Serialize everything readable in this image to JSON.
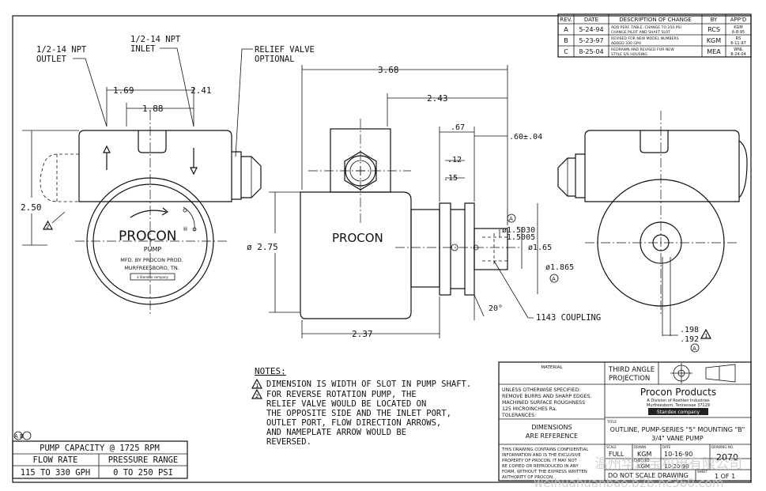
{
  "revision_table": {
    "headers": [
      "REV.",
      "DATE",
      "DESCRIPTION OF CHANGE",
      "BY",
      "APP'D"
    ],
    "rows": [
      {
        "rev": "A",
        "date": "5-24-94",
        "desc1": "ADD PERF. TABLE, CHANGE TO 250 PSI",
        "desc2": "CHANGE PILOT AND SHAFT SLOT",
        "by": "RCS",
        "app1": "KGM",
        "app2": "6-8-95"
      },
      {
        "rev": "B",
        "date": "5-23-97",
        "desc1": "REVISED FOR NEW MODEL NUMBERS",
        "desc2": "ADDED 330 GPH",
        "by": "KGM",
        "app1": "RS",
        "app2": "6-11-97"
      },
      {
        "rev": "C",
        "date": "8-25-04",
        "desc1": "REDRAWN AND REVISED FOR NEW",
        "desc2": "STYLE S/S HOUSING",
        "by": "MEA",
        "app1": "WNL",
        "app2": "8-24-04"
      }
    ]
  },
  "callouts": {
    "outlet_1": "1/2-14 NPT",
    "outlet_2": "OUTLET",
    "inlet_1": "1/2-14 NPT",
    "inlet_2": "INLET",
    "relief_1": "RELIEF VALVE",
    "relief_2": "OPTIONAL",
    "coupling": "1143 COUPLING"
  },
  "dimensions": {
    "d169": "1.69",
    "d188": "1.88",
    "d241": "2.41",
    "d250": "2.50",
    "d368": "3.68",
    "d243": "2.43",
    "d237": "2.37",
    "d275": "ø 2.75",
    "d067": ".67",
    "d060": ".60±.04",
    "d012": ".12",
    "d015": ".15",
    "d15030": "ø1.5030",
    "d15005": "1.5005",
    "d165": "ø1.65",
    "d1865": "ø1.865",
    "d20": "20°",
    "d198": ".198",
    "d192": ".192",
    "symA": "A",
    "sym1": "1",
    "sym2": "2",
    "symAB": "A B"
  },
  "nameplate": {
    "brand": "PROCON",
    "reg": "®",
    "sub": "PUMP",
    "mfd": "MFD. BY PROCON PROD.",
    "city": "MURFREESBORO, TN.",
    "tiny": "a Standex company"
  },
  "side_label": "PROCON",
  "notes": {
    "title": "NOTES:",
    "n1": "DIMENSION IS WIDTH OF SLOT IN PUMP SHAFT.",
    "n2_lines": [
      "FOR REVERSE ROTATION PUMP, THE",
      "RELIEF VALVE WOULD BE LOCATED ON",
      "THE OPPOSITE SIDE AND THE INLET PORT,",
      "OUTLET PORT, FLOW DIRECTION ARROWS,",
      "AND NAMEPLATE ARROW WOULD BE",
      "REVERSED."
    ]
  },
  "perf_table": {
    "title": "PUMP CAPACITY @ 1725 RPM",
    "h1": "FLOW RATE",
    "h2": "PRESSURE RANGE",
    "v1": "115 TO 330 GPH",
    "v2": "0 TO 250 PSI"
  },
  "title_block": {
    "material": "MATERIAL",
    "projection_1": "THIRD ANGLE",
    "projection_2": "PROJECTION",
    "spec_lines": [
      "UNLESS OTHERWISE SPECIFIED:",
      "REMOVE BURRS AND SHARP EDGES.",
      "MACHINED SURFACE ROUGHNESS",
      "125 MICROINCHES Ra.",
      "TOLERANCES:"
    ],
    "company": "Procon Products",
    "division_1": "A Division of Roehlen Industries",
    "division_2": "Murfreesboro, Tennessee 37129",
    "standex": "Standex company",
    "dims_1": "DIMENSIONS",
    "dims_2": "ARE REFERENCE",
    "title_label": "TITLE",
    "title_1": "OUTLINE, PUMP-SERIES \"5\" MOUNTING \"B\"",
    "title_2": "3/4\" VANE PUMP",
    "conf_lines": [
      "THIS DRAWING CONTAINS CONFIDENTIAL",
      "INFORMATION AND IS THE EXCLUSIVE",
      "PROPERTY OF PROCON. IT MAY NOT",
      "BE COPIED OR REPRODUCED IN ANY",
      "FORM, WITHOUT THE EXPRESS WRITTEN",
      "AUTHORITY OF PROCON."
    ],
    "scale_label": "SCALE",
    "scale_val": "FULL",
    "drawn_label": "DRAWN",
    "drawn_val": "KGM",
    "date_label": "DATE",
    "date_val": "10-16-90",
    "dwgno_label": "DRAWING NO.",
    "dwgno_val": "2070",
    "checked_label": "CHECKED",
    "checked_val": "KGM",
    "cdate_val": "10-20-90",
    "noscale": "DO NOT SCALE DRAWING",
    "sheet_label": "SHEET",
    "sheet_val": "1 OF 1"
  },
  "watermark": {
    "line1": "温州华环宝机电有限公司",
    "line2": "weihuahuanbao.b2b.hc360.com"
  }
}
